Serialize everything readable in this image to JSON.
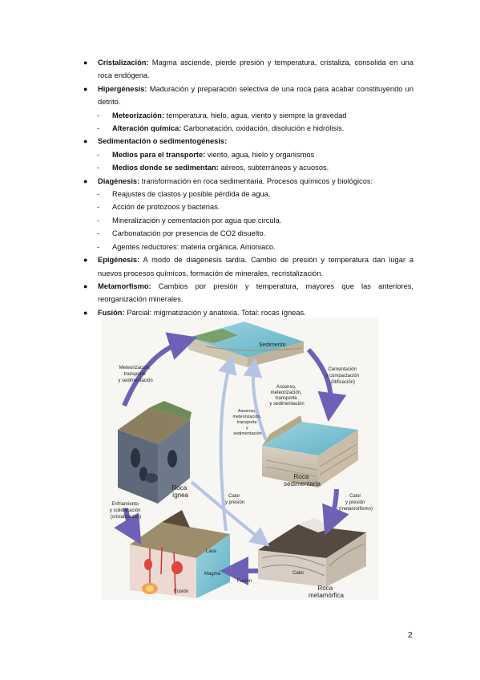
{
  "items": [
    {
      "term": "Cristalización:",
      "text": " Magma asciende, pierde presión y temperatura, cristaliza, consolida en una roca endógena."
    },
    {
      "term": "Hipergénesis:",
      "text": " Maduración y preparación selectiva de una roca para acabar constituyendo un detrito."
    },
    {
      "term": "Sedimentación o sedimentogénesis:",
      "text": ""
    },
    {
      "term": "Diagénesis:",
      "text": " transformación en roca sedimentaria. Procesos químicos y biológicos:"
    },
    {
      "term": "Epigénesis:",
      "text": " A modo de diagénesis tardía. Cambio de presión y temperatura dan lugar a nuevos procesos químicos, formación de minerales, recristalización."
    },
    {
      "term": "Metamorfismo:",
      "text": " Cambios por presión y temperatura, mayores que las anteriores, reorganización minerales."
    },
    {
      "term": "Fusión:",
      "text": " Parcial: migmatización y anatexia. Total: rocas ígneas."
    }
  ],
  "sub_hiper": [
    {
      "term": "Meteorización:",
      "text": " temperatura, hielo, agua, viento y siempre la gravedad"
    },
    {
      "term": "Alteración química:",
      "text": " Carbonatación, oxidación, disolución e hidrólisis."
    }
  ],
  "sub_sedim": [
    {
      "term": "Medios para el transporte:",
      "text": " viento, agua, hielo y organismos"
    },
    {
      "term": "Medios donde se sedimentan:",
      "text": " aéreos, subterráneos y acuosos."
    }
  ],
  "sub_diag": [
    "Reajustes de clastos y posible pérdida de agua.",
    "Acción de protozoos y bacterias.",
    "Mineralización y cementación por agua que circula.",
    "Carbonatación por presencia de CO2 disuelto.",
    "Agentes reductores: materia orgánica. Amoniaco."
  ],
  "figure": {
    "sedimento": "Sedimento",
    "meteorizacion": [
      "Meteorización,",
      "transporte",
      "y sedimentación"
    ],
    "cementacion": [
      "Cementación",
      "y compactación",
      "(litificación)"
    ],
    "ascenso1": [
      "Ascenso,",
      "meteorización,",
      "transporte",
      "y sedimentación"
    ],
    "ascenso2": [
      "Ascenso,",
      "meteorización,",
      "transporte",
      "y",
      "sedimentación"
    ],
    "roca_sedimentaria": [
      "Roca",
      "sedimentaria"
    ],
    "roca_ignea": [
      "Roca",
      "ígnea"
    ],
    "calor_presion": [
      "Calor",
      "y presión"
    ],
    "calor_presion_meta": [
      "Calor",
      "y presión",
      "(metamorfismo)"
    ],
    "enfriamiento": [
      "Enfriamiento",
      "y solidificación",
      "(cristalización)"
    ],
    "lava": "Lava",
    "magma": "Magma",
    "fusion_box": "Fusión",
    "fusion_arrow": "Fusión",
    "calor_box": "Calor",
    "roca_metamorfica": [
      "Roca",
      "metamórfica"
    ]
  },
  "page_number": "2"
}
